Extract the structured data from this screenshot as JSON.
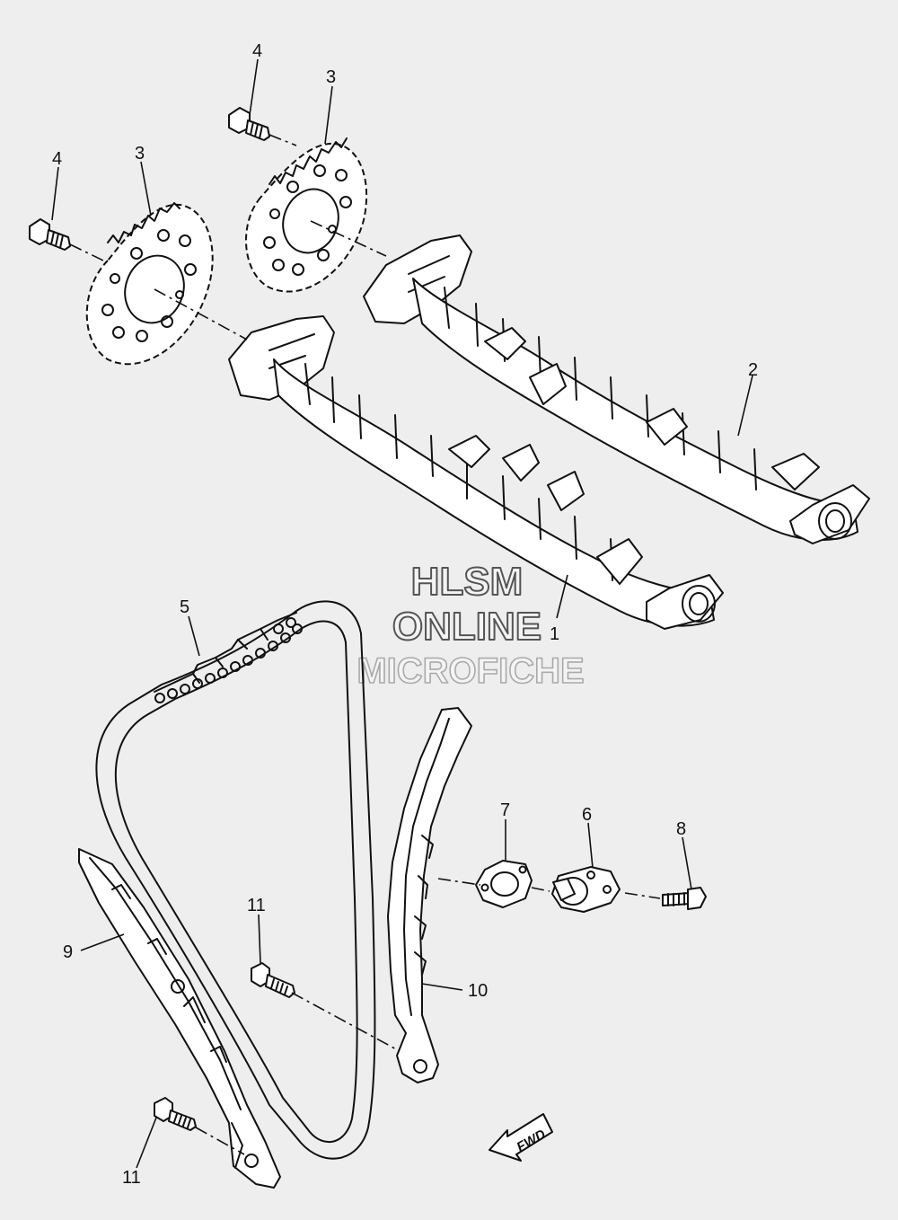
{
  "callouts": {
    "c1": "1",
    "c2": "2",
    "c3a": "3",
    "c3b": "3",
    "c4a": "4",
    "c4b": "4",
    "c5": "5",
    "c6": "6",
    "c7": "7",
    "c8": "8",
    "c9": "9",
    "c10": "10",
    "c11a": "11",
    "c11b": "11"
  },
  "watermark": {
    "line1": "HLSM",
    "line2": "ONLINE",
    "line3": "MICROFICHE"
  },
  "fwd_label": "FWD"
}
